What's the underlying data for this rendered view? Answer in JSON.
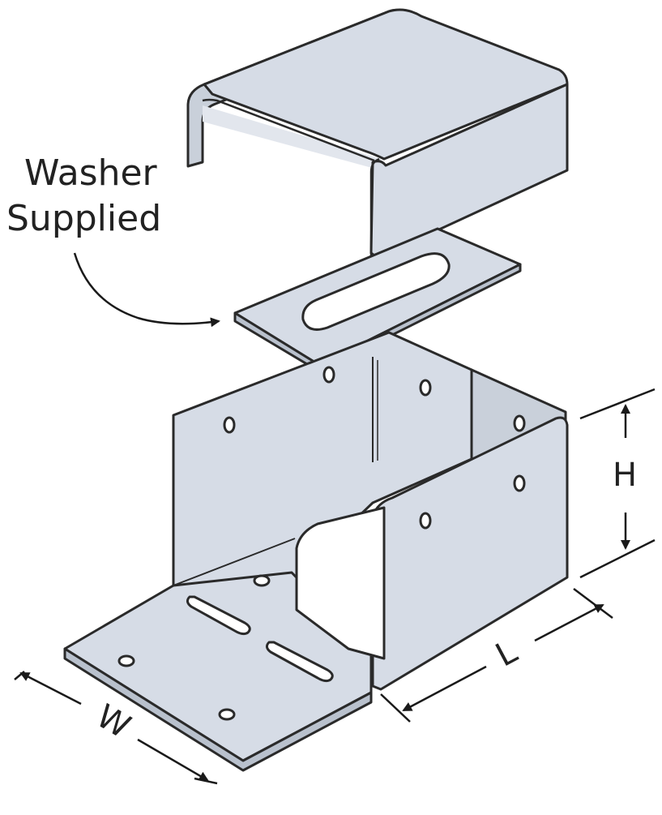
{
  "callout": {
    "line1": "Washer",
    "line2": "Supplied"
  },
  "dimensions": {
    "height": "H",
    "length": "L",
    "width": "W"
  },
  "colors": {
    "metal": "#d6dce6",
    "metal_dark": "#c2c9d4",
    "outline": "#2a2a2a",
    "arrow": "#1a1a1a"
  },
  "parts": [
    "post-cap",
    "washer",
    "post-base"
  ]
}
